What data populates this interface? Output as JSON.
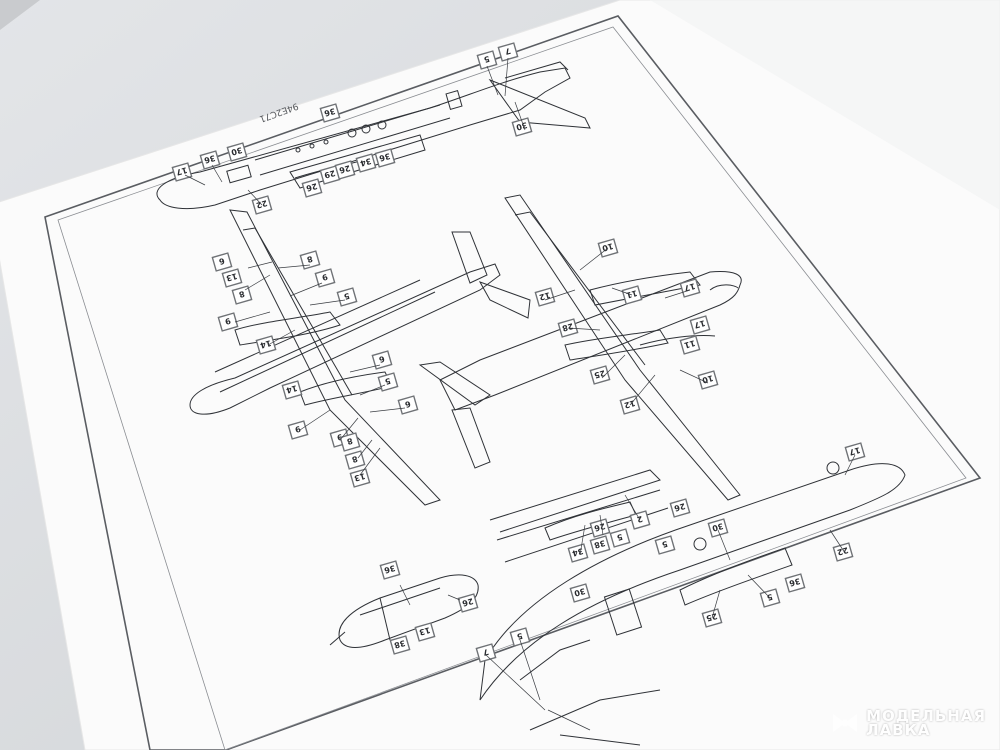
{
  "sheet": {
    "header_text": "94E2C71",
    "callouts": {
      "top_view": [
        "17",
        "36",
        "30",
        "22",
        "36",
        "26",
        "29",
        "26",
        "34",
        "36",
        "5",
        "7",
        "30"
      ],
      "plan_left": [
        "6",
        "13",
        "8",
        "9",
        "5",
        "8",
        "9",
        "14",
        "6",
        "5",
        "6",
        "14",
        "9",
        "9",
        "8",
        "13",
        "8"
      ],
      "plan_right": [
        "10",
        "12",
        "11",
        "17",
        "28",
        "25",
        "11",
        "17",
        "12",
        "10"
      ],
      "lower_right": [
        "17",
        "26",
        "30",
        "5",
        "26",
        "34",
        "38",
        "5",
        "2",
        "22",
        "36",
        "5",
        "25",
        "30",
        "5",
        "7"
      ],
      "nacelle": [
        "36",
        "26",
        "13",
        "38"
      ]
    }
  },
  "watermark": {
    "line1": "МОДЕЛЬНАЯ",
    "line2": "ЛАВКА"
  },
  "colors": {
    "background": "#d7d9dc",
    "paper": "#fbfbfb",
    "ink": "#2f3237",
    "label_box": "#6f7276"
  }
}
